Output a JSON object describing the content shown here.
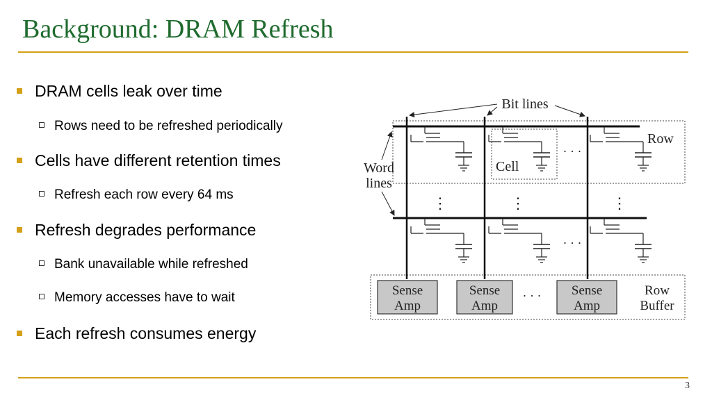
{
  "slide": {
    "title": "Background: DRAM Refresh",
    "page_number": "3"
  },
  "bullets": [
    {
      "text": "DRAM cells leak over time",
      "subs": [
        "Rows need to be refreshed periodically"
      ]
    },
    {
      "text": "Cells have different retention times",
      "subs": [
        "Refresh each row every 64 ms"
      ]
    },
    {
      "text": "Refresh degrades performance",
      "subs": [
        "Bank unavailable while refreshed",
        "Memory accesses have to wait"
      ]
    },
    {
      "text": "Each refresh consumes energy",
      "subs": []
    }
  ],
  "diagram": {
    "bit_lines_label": "Bit lines",
    "word_lines_label": [
      "Word",
      "lines"
    ],
    "row_label": "Row",
    "cell_label": "Cell",
    "sense_amps": [
      {
        "line1": "Sense",
        "line2": "Amp"
      },
      {
        "line1": "Sense",
        "line2": "Amp"
      },
      {
        "line1": "Sense",
        "line2": "Amp"
      }
    ],
    "row_buffer_label": [
      "Row",
      "Buffer"
    ],
    "ellipsis_h": "· · ·",
    "ellipsis_v": "⋮"
  },
  "colors": {
    "title": "#1f6b2e",
    "accent": "#d4a017",
    "sense_amp_fill": "#c8c8c8"
  }
}
